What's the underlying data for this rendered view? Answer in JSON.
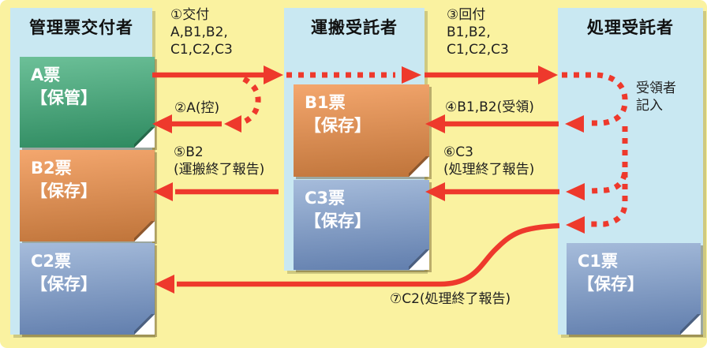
{
  "columns": [
    {
      "title": "管理票交付者",
      "cards": [
        {
          "name": "A票",
          "status": "【保管】",
          "color": "green"
        },
        {
          "name": "B2票",
          "status": "【保存】",
          "color": "orange"
        },
        {
          "name": "C2票",
          "status": "【保存】",
          "color": "blue"
        }
      ]
    },
    {
      "title": "運搬受託者",
      "cards": [
        {
          "name": "B1票",
          "status": "【保存】",
          "color": "orange"
        },
        {
          "name": "C3票",
          "status": "【保存】",
          "color": "blue"
        }
      ]
    },
    {
      "title": "処理受託者",
      "cards": [
        {
          "name": "C1票",
          "status": "【保存】",
          "color": "blue"
        }
      ]
    }
  ],
  "flow_labels": {
    "step1": {
      "lines": [
        "①交付",
        "A,B1,B2,",
        "C1,C2,C3"
      ]
    },
    "step2": {
      "lines": [
        "②A(控)"
      ]
    },
    "step3": {
      "lines": [
        "③回付",
        "B1,B2,",
        "C1,C2,C3"
      ]
    },
    "step4": {
      "lines": [
        "④B1,B2(受領)"
      ]
    },
    "step5": {
      "lines": [
        "⑤B2",
        "(運搬終了報告)"
      ]
    },
    "step6": {
      "lines": [
        "⑥C3",
        "(処理終了報告)"
      ]
    },
    "step7": {
      "lines": [
        "⑦C2(処理終了報告)"
      ]
    },
    "recipient_note": {
      "lines": [
        "受領者",
        "記入"
      ]
    }
  },
  "colors": {
    "background": "#FAF2A0",
    "panel_blue": "#C9E8F2",
    "arrow_red": "#EE392C",
    "card_green": "#2E8A60",
    "card_orange": "#BF743A",
    "card_blue": "#617EAD",
    "text": "#1F1F1F"
  }
}
